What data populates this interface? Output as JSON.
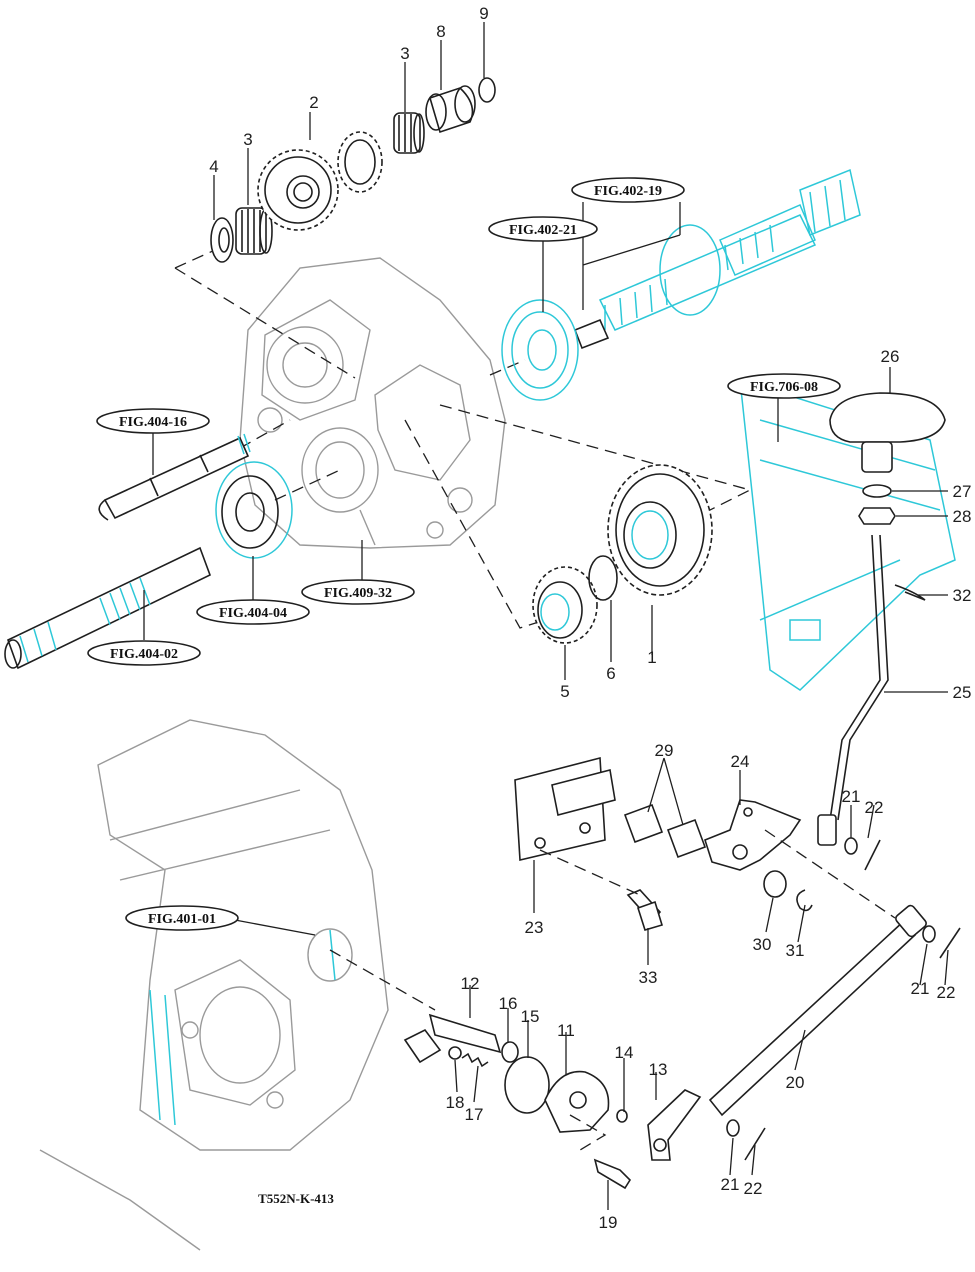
{
  "drawing_number": "T552N-K-413",
  "callouts": [
    {
      "id": "c1",
      "text": "1"
    },
    {
      "id": "c2",
      "text": "2"
    },
    {
      "id": "c3a",
      "text": "3"
    },
    {
      "id": "c3b",
      "text": "3"
    },
    {
      "id": "c4",
      "text": "4"
    },
    {
      "id": "c5",
      "text": "5"
    },
    {
      "id": "c6",
      "text": "6"
    },
    {
      "id": "c8",
      "text": "8"
    },
    {
      "id": "c9",
      "text": "9"
    },
    {
      "id": "c11",
      "text": "11"
    },
    {
      "id": "c12",
      "text": "12"
    },
    {
      "id": "c13",
      "text": "13"
    },
    {
      "id": "c14",
      "text": "14"
    },
    {
      "id": "c15",
      "text": "15"
    },
    {
      "id": "c16",
      "text": "16"
    },
    {
      "id": "c17",
      "text": "17"
    },
    {
      "id": "c18",
      "text": "18"
    },
    {
      "id": "c19",
      "text": "19"
    },
    {
      "id": "c20",
      "text": "20"
    },
    {
      "id": "c21a",
      "text": "21"
    },
    {
      "id": "c21b",
      "text": "21"
    },
    {
      "id": "c21c",
      "text": "21"
    },
    {
      "id": "c22a",
      "text": "22"
    },
    {
      "id": "c22b",
      "text": "22"
    },
    {
      "id": "c22c",
      "text": "22"
    },
    {
      "id": "c23",
      "text": "23"
    },
    {
      "id": "c24",
      "text": "24"
    },
    {
      "id": "c25",
      "text": "25"
    },
    {
      "id": "c26",
      "text": "26"
    },
    {
      "id": "c27",
      "text": "27"
    },
    {
      "id": "c28",
      "text": "28"
    },
    {
      "id": "c29",
      "text": "29"
    },
    {
      "id": "c30",
      "text": "30"
    },
    {
      "id": "c31",
      "text": "31"
    },
    {
      "id": "c32",
      "text": "32"
    },
    {
      "id": "c33",
      "text": "33"
    }
  ],
  "figure_refs": [
    {
      "id": "f1",
      "text": "FIG.402-19"
    },
    {
      "id": "f2",
      "text": "FIG.402-21"
    },
    {
      "id": "f3",
      "text": "FIG.706-08"
    },
    {
      "id": "f4",
      "text": "FIG.404-16"
    },
    {
      "id": "f5",
      "text": "FIG.404-04"
    },
    {
      "id": "f6",
      "text": "FIG.409-32"
    },
    {
      "id": "f7",
      "text": "FIG.404-02"
    },
    {
      "id": "f8",
      "text": "FIG.401-01"
    }
  ],
  "colors": {
    "line": "#1f1f1f",
    "highlight": "#2ec8d8",
    "ghost": "#9a9a9a"
  }
}
